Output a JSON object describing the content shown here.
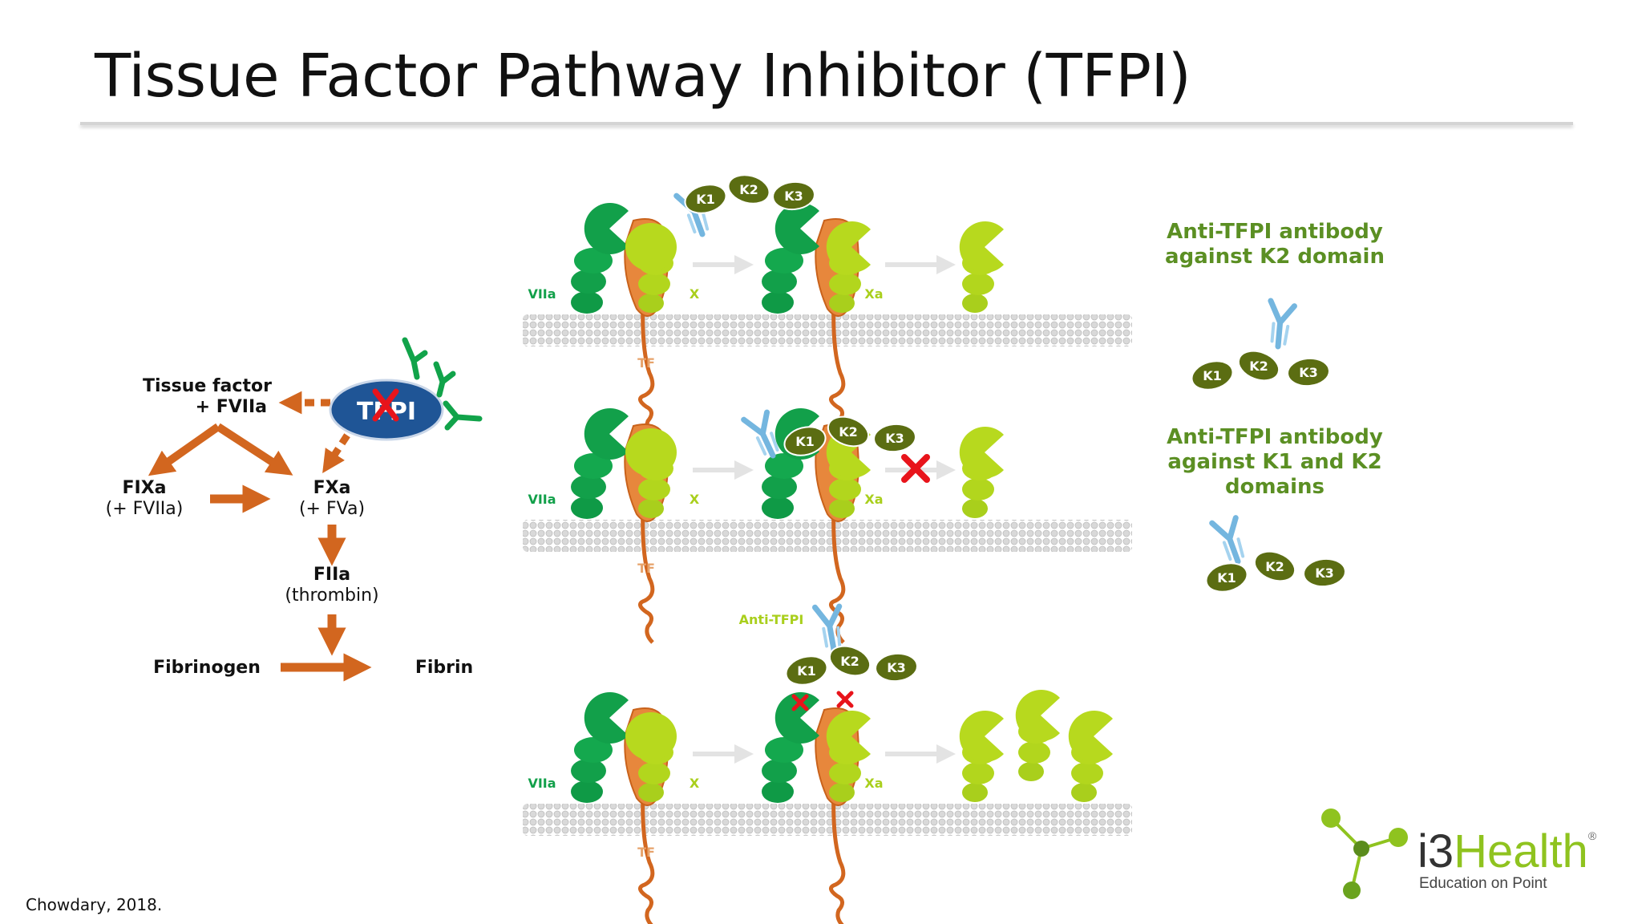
{
  "slide": {
    "title": "Tissue Factor Pathway Inhibitor (TFPI)",
    "citation": "Chowdary, 2018."
  },
  "pathway": {
    "tissue_factor_line1": "Tissue factor",
    "tissue_factor_line2": "+ FVIIa",
    "tfpi": "TFPI",
    "fixa": "FIXa",
    "fixa_sub": "(+ FVIIa)",
    "fxa": "FXa",
    "fxa_sub": "(+ FVa)",
    "fiia": "FIIa",
    "fiia_sub": "(thrombin)",
    "fibrinogen": "Fibrinogen",
    "fibrin": "Fibrin"
  },
  "mechanism": {
    "viia": "VIIa",
    "x": "X",
    "xa": "Xa",
    "tf": "TF",
    "anti_tfpi": "Anti-TFPI",
    "k1": "K1",
    "k2": "K2",
    "k3": "K3"
  },
  "legend": {
    "antibody_k2_line1": "Anti-TFPI antibody",
    "antibody_k2_line2": "against K2 domain",
    "antibody_k1k2_line1": "Anti-TFPI antibody",
    "antibody_k1k2_line2": "against K1 and K2",
    "antibody_k1k2_line3": "domains"
  },
  "logo": {
    "brand_prefix": "i3",
    "brand_suffix": "Health",
    "registered": "®",
    "tagline": "Education on Point"
  },
  "colors": {
    "orange": "#d2661f",
    "tfpi_blue": "#1f5596",
    "tfpi_green": "#11a34a",
    "viia_green": "#12a04a",
    "x_lime": "#a9cf1c",
    "kunitz_olive": "#5b6d12",
    "antibody_blue": "#74b6df",
    "label_green": "#5b8f23",
    "inhibit_red": "#e8141b"
  }
}
